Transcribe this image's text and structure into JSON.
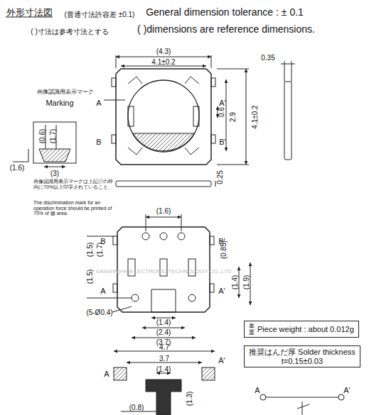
{
  "diagram": {
    "nodes": [
      {
        "text": [
          "単重",
          "Piece weight : about 0.012g"
        ]
      },
      {
        "text": [
          "推奨はんだ厚 Solder thickness",
          "t=0.15±0.03"
        ]
      }
    ],
    "labels": [
      "外形寸法図",
      "(普通寸法許容差 ±0.1)",
      "General dimension tolerance : ± 0.1",
      "( )寸法は参考寸法とする",
      "( )dimensions are reference dimensions.",
      "(4.3)",
      "4.1±0.2",
      "0.35",
      "画像認識用表示マーク",
      "Marking",
      "A",
      "A'",
      "B",
      "B'",
      "0.6",
      "2.9",
      "4.1±0.2",
      "(0.6)",
      "(1.7)",
      "(1.6)",
      "(3)",
      "画像認識用表示マークは上記▨の枠内に70%以上印字されていること。",
      "The discrimination mark for an operation force should be printed of 70% of ▨ area.",
      "0.25",
      "(1.6)",
      "(1.5)",
      "(1.7)",
      "B",
      "B'",
      "(0.85)",
      "(1.5)",
      "(1.4)",
      "(1.9)",
      "A",
      "A'",
      "(5-Ø0.4)",
      "(1.4)",
      "(2.4)",
      "(3.7)",
      "4.7",
      "3.7",
      "(1.4)",
      "A",
      "A'",
      "(0.8)",
      "(1.3)",
      "A",
      "A'",
      "SANWIN(HK)ELECTRONIC TECHNOLOGY CO.,LTD"
    ]
  }
}
